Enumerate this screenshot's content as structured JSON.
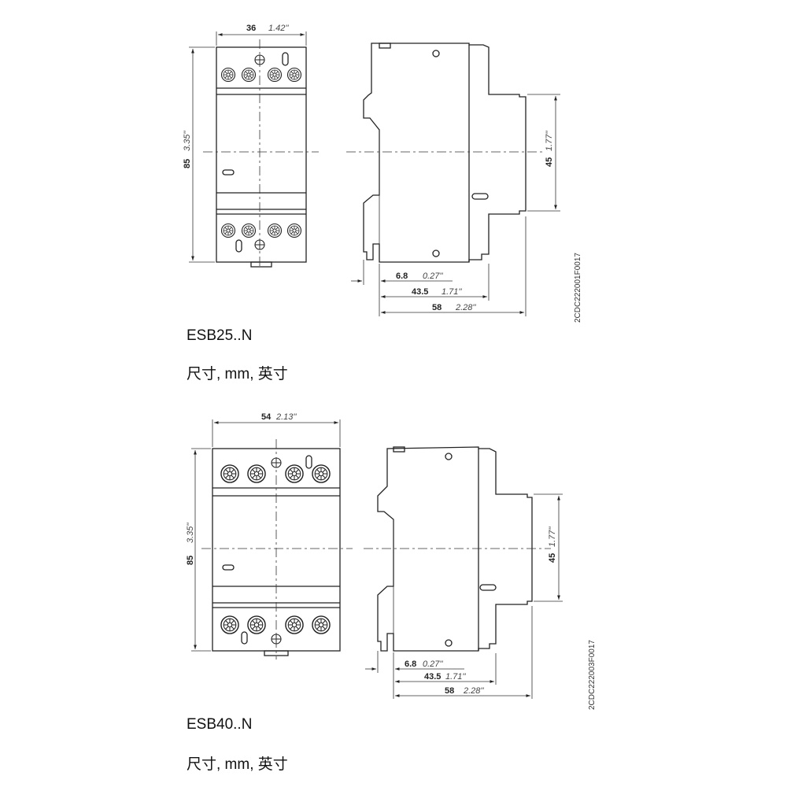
{
  "sections": [
    {
      "model": "ESB25..N",
      "caption": "尺寸, mm,  英寸",
      "width_mm": "36",
      "width_in": "1.42''",
      "height_mm": "85",
      "height_in": "3.35''",
      "rail_mm": "45",
      "rail_in": "1.77''",
      "d1_mm": "6.8",
      "d1_in": "0.27''",
      "d2_mm": "43.5",
      "d2_in": "1.71''",
      "d3_mm": "58",
      "d3_in": "2.28''",
      "drawing_code": "2CDC222001F0017"
    },
    {
      "model": "ESB40..N",
      "caption": "尺寸, mm,  英寸",
      "width_mm": "54",
      "width_in": "2.13''",
      "height_mm": "85",
      "height_in": "3.35''",
      "rail_mm": "45",
      "rail_in": "1.77''",
      "d1_mm": "6.8",
      "d1_in": "0.27''",
      "d2_mm": "43.5",
      "d2_in": "1.71''",
      "d3_mm": "58",
      "d3_in": "2.28''",
      "drawing_code": "2CDC222003F0017"
    }
  ]
}
